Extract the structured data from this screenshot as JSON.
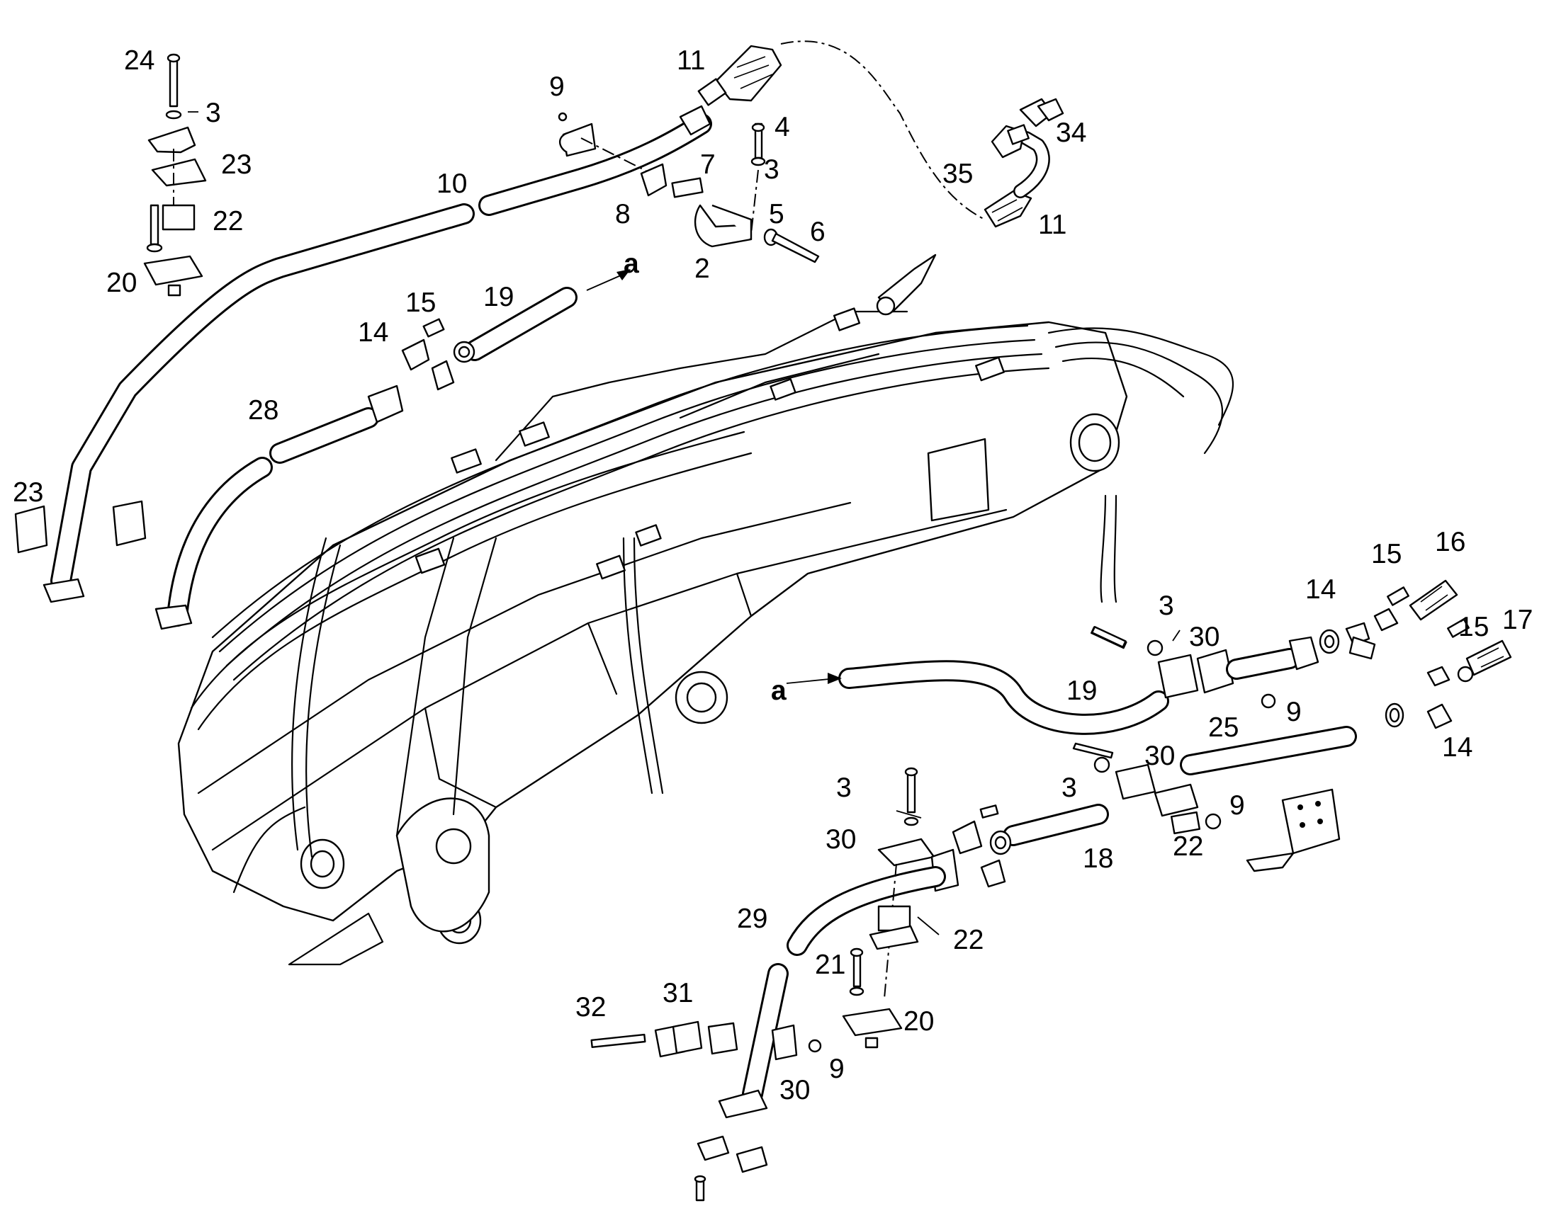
{
  "callouts": {
    "c24": "24",
    "c3a": "3",
    "c23a": "23",
    "c22a": "22",
    "c20a": "20",
    "c10": "10",
    "c9a": "9",
    "c11a": "11",
    "c7": "7",
    "c8": "8",
    "c4": "4",
    "c3b": "3",
    "c5": "5",
    "c6": "6",
    "c2": "2",
    "c35": "35",
    "c34": "34",
    "c11b": "11",
    "c15a": "15",
    "c14a": "14",
    "c19a": "19",
    "a1": "a",
    "c28": "28",
    "c23b": "23",
    "c3c": "3",
    "c30a": "30",
    "c14b": "14",
    "c15b": "15",
    "c16": "16",
    "c15c": "15",
    "c17": "17",
    "a2": "a",
    "c19b": "19",
    "c25": "25",
    "c9b": "9",
    "c14c": "14",
    "c3d": "3",
    "c30b": "30",
    "c3e": "3",
    "c9c": "9",
    "c22b": "22",
    "c30c": "30",
    "c18": "18",
    "c22c": "22",
    "c29": "29",
    "c21": "21",
    "c20b": "20",
    "c32": "32",
    "c31": "31",
    "c9d": "9",
    "c30d": "30"
  }
}
